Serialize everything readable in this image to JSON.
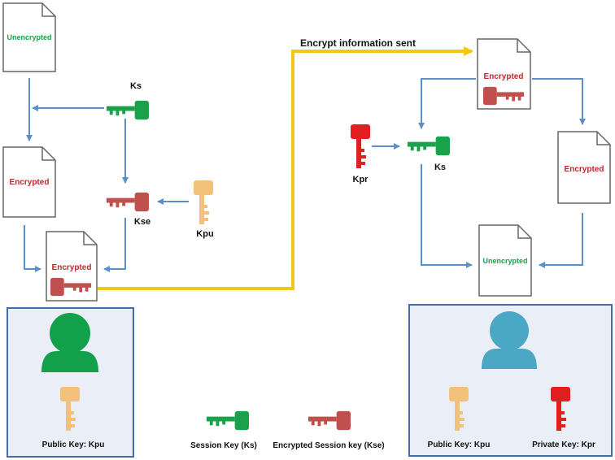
{
  "title": "Encrypt information sent",
  "colors": {
    "session_key": "#1aa24a",
    "encrypted_session_key": "#c0504d",
    "public_key": "#f2c27d",
    "private_key": "#e02020",
    "encrypted_text": "#c0272d",
    "unencrypted_text": "#1aa24a",
    "arrow_blue": "#5b8fc8",
    "arrow_gold": "#f5c518",
    "sender_person": "#13a04a",
    "receiver_person": "#4aa8c4",
    "panel_border": "#3f6ea8"
  },
  "sender": {
    "doc_top": "Unencrypted",
    "doc_mid": "Encrypted",
    "doc_bottom": "Encrypted",
    "key_ks": "Ks",
    "key_kse": "Kse",
    "key_kpu": "Kpu",
    "panel_caption": "Public Key: Kpu"
  },
  "receiver": {
    "doc_top": "Encrypted",
    "doc_right": "Encrypted",
    "doc_bottom": "Unencrypted",
    "key_kpr": "Kpr",
    "key_ks": "Ks",
    "panel_public": "Public Key: Kpu",
    "panel_private": "Private Key: Kpr"
  },
  "legend": {
    "session_key": "Session Key (Ks)",
    "encrypted_session_key": "Encrypted Session key (Kse)"
  }
}
